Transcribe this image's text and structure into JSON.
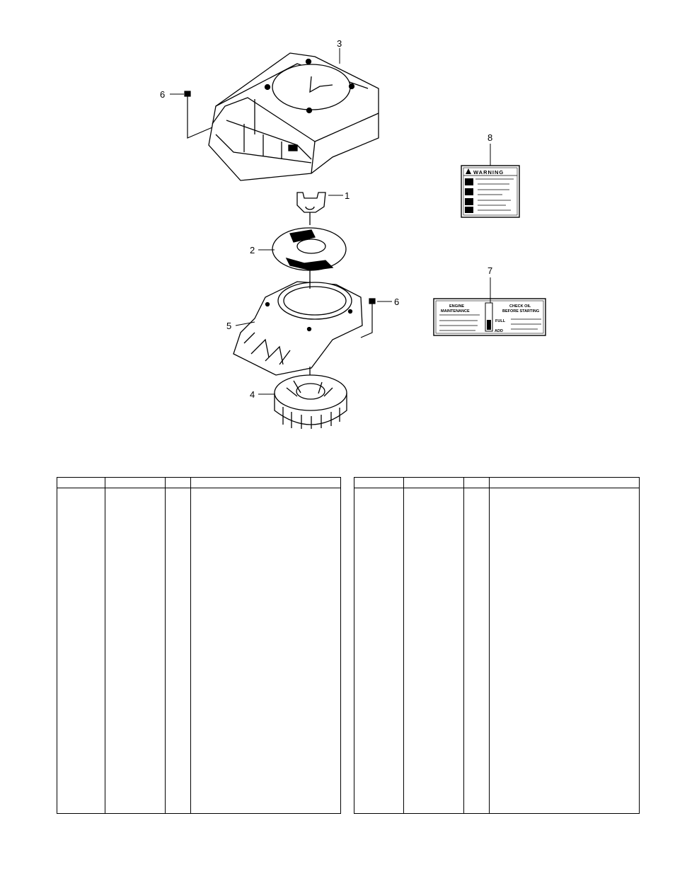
{
  "callouts": {
    "c1": "1",
    "c2": "2",
    "c3": "3",
    "c4": "4",
    "c5": "5",
    "c6a": "6",
    "c6b": "6",
    "c7": "7",
    "c8": "8"
  },
  "decals": {
    "warning": {
      "title": "WARNING"
    },
    "maintenance": {
      "left_title_1": "ENGINE",
      "left_title_2": "MAINTENANCE",
      "right_title_1": "CHECK OIL",
      "right_title_2": "BEFORE STARTING",
      "full": "FULL",
      "add": "ADD"
    }
  },
  "tables": {
    "left": {
      "headers": [
        "",
        "",
        "",
        ""
      ]
    },
    "right": {
      "headers": [
        "",
        "",
        "",
        ""
      ]
    }
  }
}
